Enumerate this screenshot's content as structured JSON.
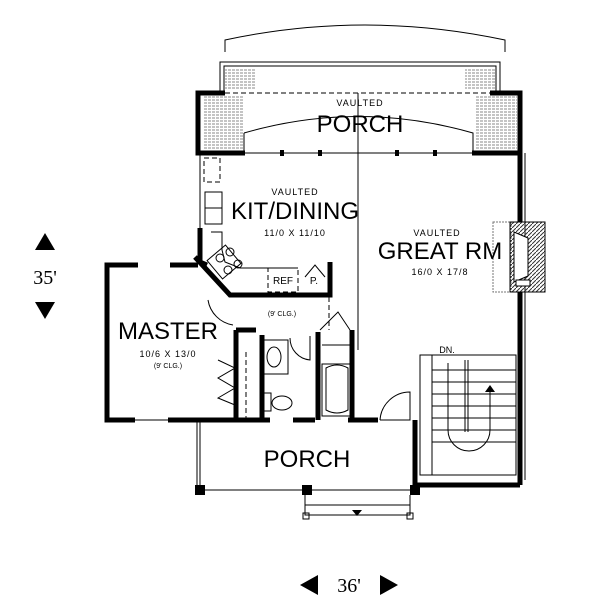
{
  "plan": {
    "upper_porch": {
      "note": "VAULTED",
      "name": "PORCH"
    },
    "kitchen": {
      "note": "VAULTED",
      "name": "KIT/DINING",
      "size": "11/0 X 11/10"
    },
    "great_room": {
      "note": "VAULTED",
      "name": "GREAT RM",
      "size": "16/0 X 17/8"
    },
    "master": {
      "name": "MASTER",
      "size": "10/6 X 13/0",
      "ceiling": "(9' CLG.)"
    },
    "hall": {
      "ceiling": "(9' CLG.)"
    },
    "ref": "REF",
    "pantry": "P.",
    "stairs": "DN.",
    "front_porch": {
      "name": "PORCH"
    }
  },
  "dimensions": {
    "depth": "35'",
    "width": "36'"
  }
}
